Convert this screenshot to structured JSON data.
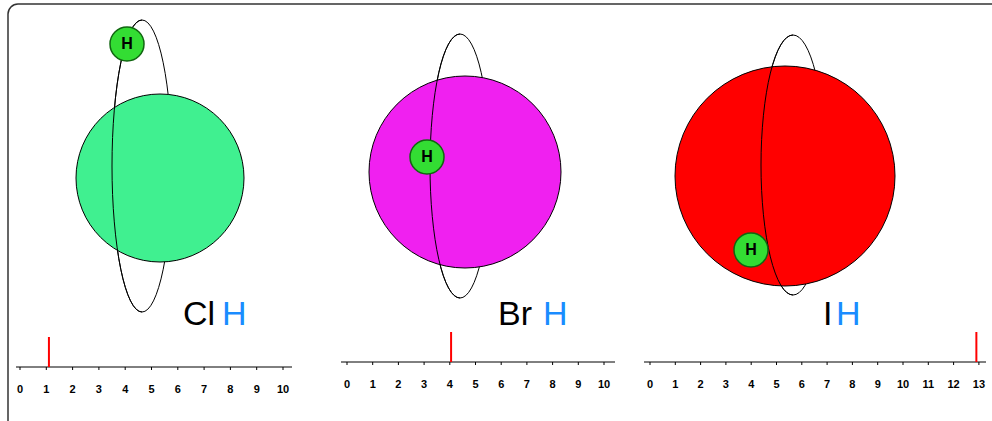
{
  "diagram": {
    "nodes": [
      {
        "text": [
          "H"
        ]
      },
      {
        "text": [
          "H"
        ]
      },
      {
        "text": [
          "H"
        ]
      }
    ],
    "labels": [
      "Cl",
      "H",
      "0",
      "1",
      "2",
      "3",
      "4",
      "5",
      "6",
      "7",
      "8",
      "9",
      "10",
      "Br",
      "H",
      "0",
      "1",
      "2",
      "3",
      "4",
      "5",
      "6",
      "7",
      "8",
      "9",
      "10",
      "I",
      "H",
      "0",
      "1",
      "2",
      "3",
      "4",
      "5",
      "6",
      "7",
      "8",
      "9",
      "10",
      "11",
      "12",
      "13"
    ]
  }
}
